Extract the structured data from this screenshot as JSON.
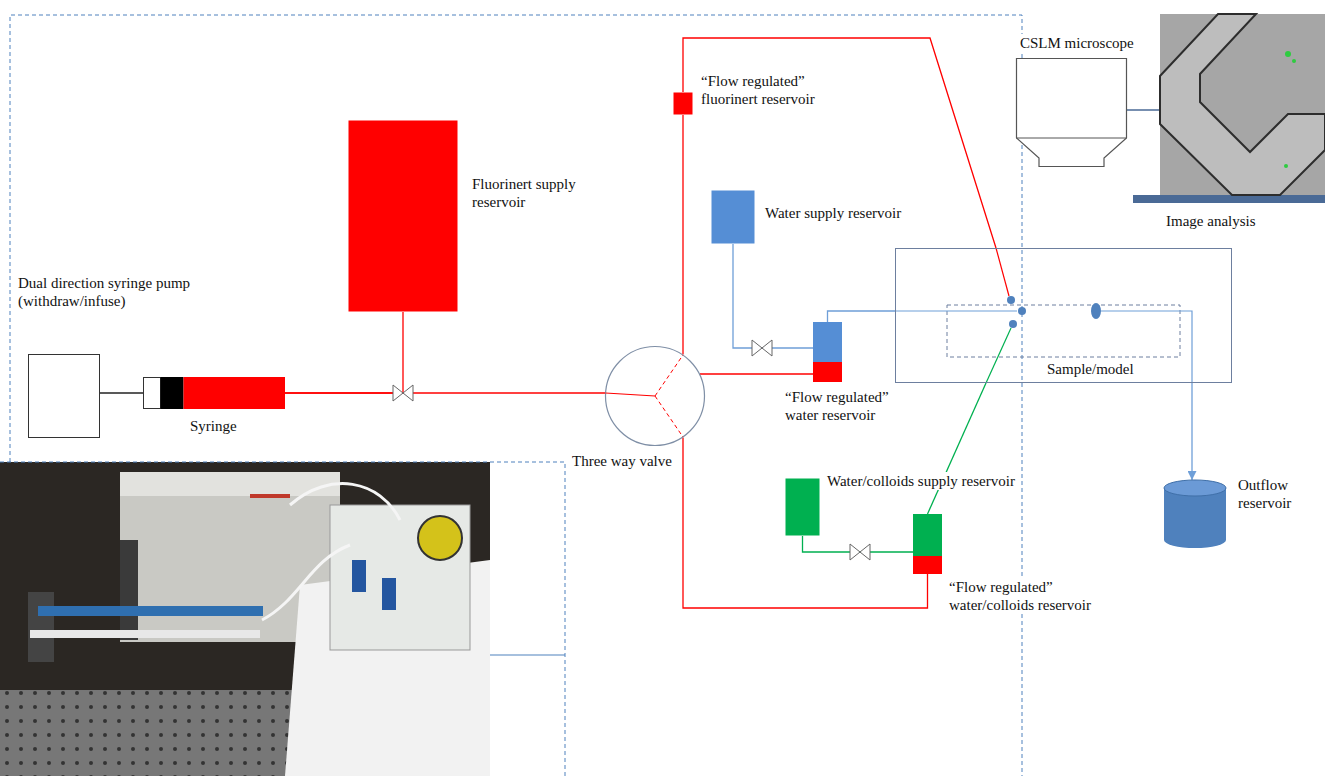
{
  "diagram": {
    "nodes": [
      {
        "text": [
          "Dual direction syringe pump (withdraw/infuse)"
        ]
      },
      {
        "text": [
          "Syringe"
        ]
      },
      {
        "text": [
          "Fluorinert supply reservoir"
        ]
      },
      {
        "text": [
          "Three way valve"
        ]
      },
      {
        "text": [
          "“Flow regulated” fluorinert reservoir"
        ]
      },
      {
        "text": [
          "Water supply reservoir"
        ]
      },
      {
        "text": [
          "“Flow regulated” water reservoir"
        ]
      },
      {
        "text": [
          "CSLM microscope"
        ]
      },
      {
        "text": [
          "Image analysis"
        ]
      },
      {
        "text": [
          "Sample/model"
        ]
      },
      {
        "text": [
          "Water/colloids supply reservoir"
        ]
      },
      {
        "text": [
          "“Flow regulated” water/colloids reservoir"
        ]
      },
      {
        "text": [
          "Outflow reservoir"
        ]
      }
    ],
    "edges": [
      {
        "from": 0,
        "to": 1,
        "arrow": "none"
      },
      {
        "from": 1,
        "to": 3,
        "arrow": "none"
      },
      {
        "from": 2,
        "to": 1,
        "arrow": "none"
      },
      {
        "from": 3,
        "to": 4,
        "arrow": "none"
      },
      {
        "from": 4,
        "to": 9,
        "arrow": "none"
      },
      {
        "from": 3,
        "to": 6,
        "arrow": "none"
      },
      {
        "from": 5,
        "to": 6,
        "arrow": "none"
      },
      {
        "from": 6,
        "to": 9,
        "arrow": "none"
      },
      {
        "from": 3,
        "to": 11,
        "arrow": "none"
      },
      {
        "from": 10,
        "to": 11,
        "arrow": "none"
      },
      {
        "from": 11,
        "to": 9,
        "arrow": "none"
      },
      {
        "from": 9,
        "to": 12,
        "arrow": "to"
      },
      {
        "from": 7,
        "to": 8,
        "arrow": "none"
      }
    ]
  }
}
